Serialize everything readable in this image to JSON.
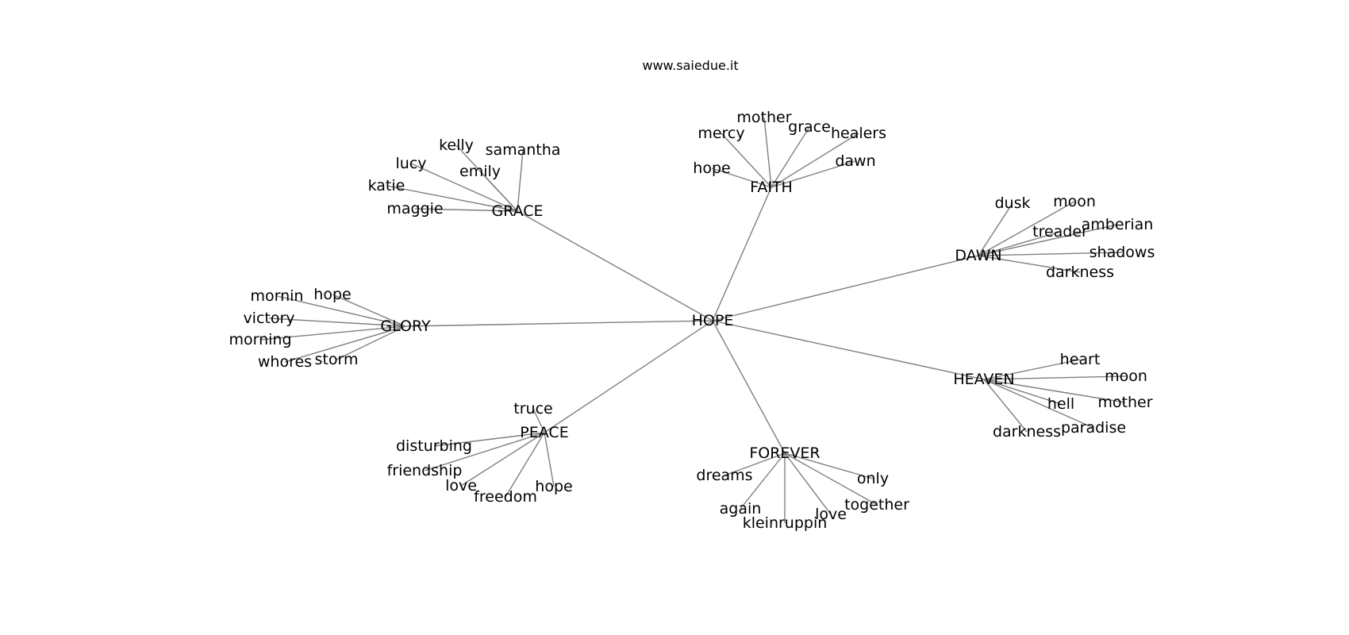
{
  "title": "www.saiedue.it",
  "colors": {
    "edge": "#7f7f7f",
    "text": "#000000",
    "background": "#ffffff"
  },
  "root": "HOPE",
  "groups": [
    {
      "label": "GRACE",
      "children": [
        "kelly",
        "samantha",
        "lucy",
        "emily",
        "katie",
        "maggie"
      ]
    },
    {
      "label": "FAITH",
      "children": [
        "mother",
        "mercy",
        "grace",
        "healers",
        "hope",
        "dawn"
      ]
    },
    {
      "label": "DAWN",
      "children": [
        "dusk",
        "moon",
        "treader",
        "amberian",
        "shadows",
        "darkness"
      ]
    },
    {
      "label": "GLORY",
      "children": [
        "mornin",
        "hope",
        "victory",
        "morning",
        "whores",
        "storm"
      ]
    },
    {
      "label": "HEAVEN",
      "children": [
        "heart",
        "moon",
        "mother",
        "hell",
        "paradise",
        "darkness"
      ]
    },
    {
      "label": "PEACE",
      "children": [
        "truce",
        "disturbing",
        "friendship",
        "love",
        "freedom",
        "hope"
      ]
    },
    {
      "label": "FOREVER",
      "children": [
        "dreams",
        "only",
        "together",
        "again",
        "love",
        "kleinruppin"
      ]
    }
  ]
}
